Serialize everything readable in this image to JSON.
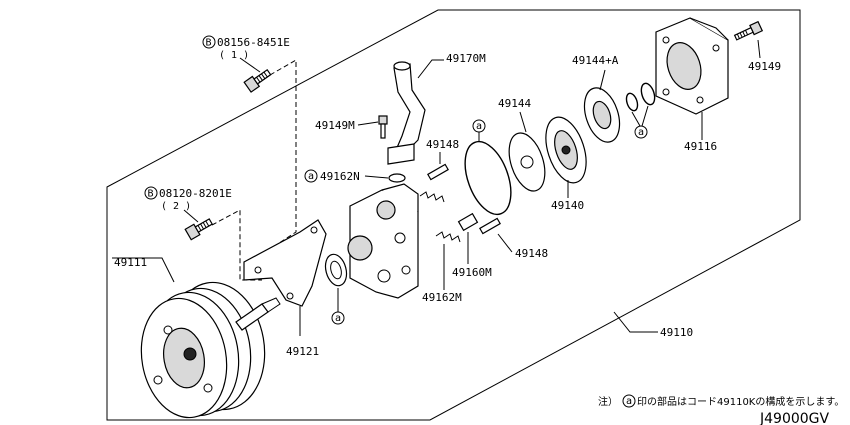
{
  "labels": {
    "bolt_upper_code": "08156-8451E",
    "bolt_upper_qty": "( 1 )",
    "bolt_lower_code": "08120-8201E",
    "bolt_lower_qty": "( 2 )",
    "circle_b": "B",
    "circle_a": "a",
    "p49170M": "49170M",
    "p49149M": "49149M",
    "p49162N": "49162N",
    "p49148_top": "49148",
    "p49144": "49144",
    "p49144A": "49144+A",
    "p49149": "49149",
    "p49116": "49116",
    "p49140": "49140",
    "p49148_bottom": "49148",
    "p49160M": "49160M",
    "p49162M": "49162M",
    "p49111": "49111",
    "p49121": "49121",
    "p49110": "49110"
  },
  "footer": {
    "note_prefix": "注）",
    "note_circle": "a",
    "note_text": "印の部品はコード49110Kの構成を示します。",
    "diagram_code": "J49000GV"
  }
}
